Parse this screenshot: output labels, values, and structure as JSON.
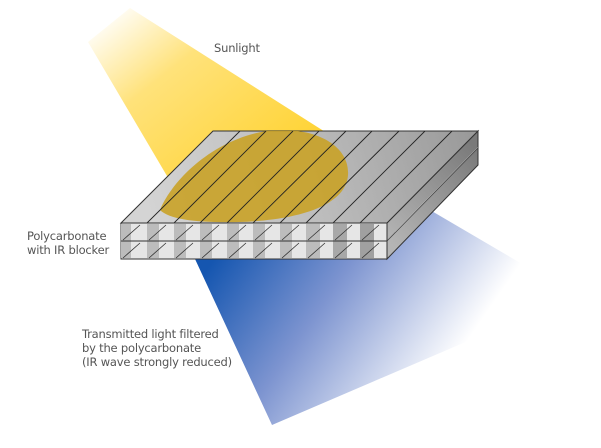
{
  "diagram": {
    "type": "illustration",
    "subject": "Multiwall polycarbonate sheet with IR blocker filtering sunlight",
    "labels": {
      "sunlight": "Sunlight",
      "panel": [
        "Polycarbonate",
        "with IR blocker"
      ],
      "transmitted": [
        "Transmitted light filtered",
        "by the polycarbonate",
        "(IR wave strongly reduced)"
      ]
    },
    "colors": {
      "sunlight_beam": "#ffd633",
      "sunlight_spot": "#c9a227",
      "transmitted_beam": "#1f5fb4",
      "panel_top": "#b8b8b8",
      "panel_edge": "#333333",
      "label_text": "#555555"
    },
    "panel": {
      "layers": 2,
      "ribs": 10
    }
  }
}
